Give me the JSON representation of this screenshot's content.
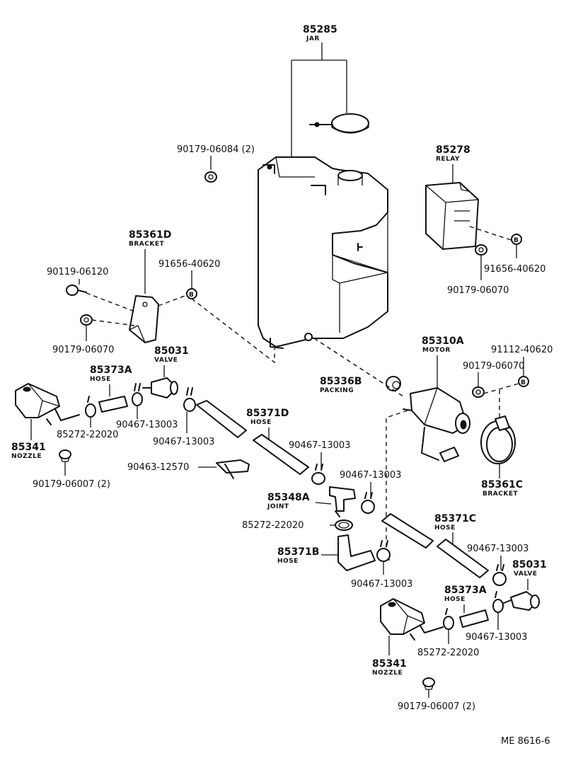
{
  "parts": {
    "jar": {
      "number": "85285",
      "name": "JAR"
    },
    "relay": {
      "number": "85278",
      "name": "RELAY"
    },
    "bracket_d": {
      "number": "85361D",
      "name": "BRACKET"
    },
    "valve_left": {
      "number": "85031",
      "name": "VALVE"
    },
    "hose_a_left": {
      "number": "85373A",
      "name": "HOSE"
    },
    "motor": {
      "number": "85310A",
      "name": "MOTOR"
    },
    "packing": {
      "number": "85336B",
      "name": "PACKING"
    },
    "hose_d": {
      "number": "85371D",
      "name": "HOSE"
    },
    "nozzle_left": {
      "number": "85341",
      "name": "NOZZLE"
    },
    "joint": {
      "number": "85348A",
      "name": "JOINT"
    },
    "bracket_c": {
      "number": "85361C",
      "name": "BRACKET"
    },
    "hose_c": {
      "number": "85371C",
      "name": "HOSE"
    },
    "hose_b": {
      "number": "85371B",
      "name": "HOSE"
    },
    "valve_right": {
      "number": "85031",
      "name": "VALVE"
    },
    "hose_a_right": {
      "number": "85373A",
      "name": "HOSE"
    },
    "nozzle_right": {
      "number": "85341",
      "name": "NOZZLE"
    }
  },
  "refs": {
    "r_90179_06084": "90179-06084 (2)",
    "r_90119_06120": "90119-06120",
    "r_91656_left": "91656-40620",
    "r_90179_06070_left": "90179-06070",
    "r_91656_right": "91656-40620",
    "r_90179_06070_relay": "90179-06070",
    "r_91112_40620": "91112-40620",
    "r_90179_06070_motor": "90179-06070",
    "r_85272_left": "85272-22020",
    "r_90467_a": "90467-13003",
    "r_90467_b": "90467-13003",
    "r_90179_06007_left": "90179-06007 (2)",
    "r_90467_c": "90467-13003",
    "r_90463": "90463-12570",
    "r_90467_d": "90467-13003",
    "r_85272_mid": "85272-22020",
    "r_90467_e": "90467-13003",
    "r_90467_f": "90467-13003",
    "r_90467_g": "90467-13003",
    "r_85272_right": "85272-22020",
    "r_90179_06007_right": "90179-06007 (2)"
  },
  "bolt_markers": {
    "left": "B",
    "relay": "B",
    "motor": "B"
  },
  "footer": {
    "code": "ME 8616-6"
  }
}
